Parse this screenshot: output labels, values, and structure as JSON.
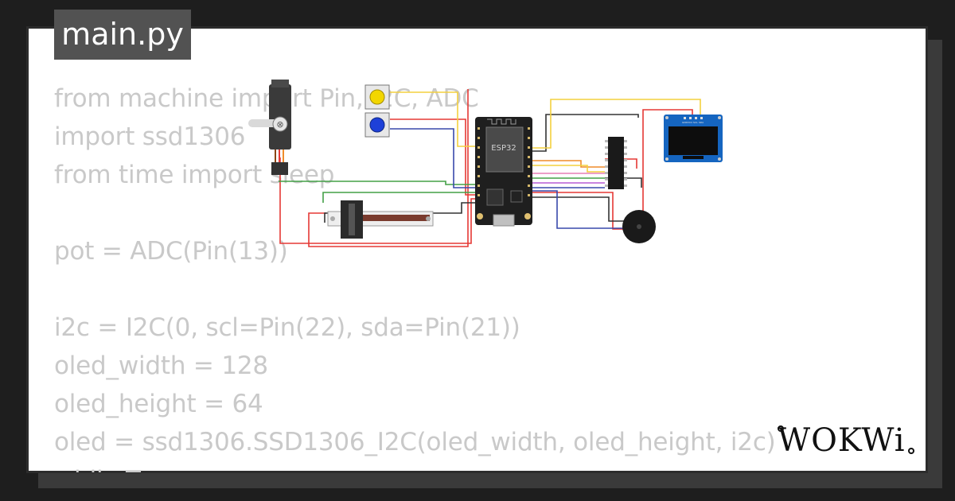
{
  "editor": {
    "file_name": "main.py",
    "code_lines": [
      "from machine import Pin, I2C, ADC",
      "import ssd1306",
      "from time import sleep",
      "",
      "pot = ADC(Pin(13))",
      "",
      "i2c = I2C(0, scl=Pin(22), sda=Pin(21))",
      "oled_width = 128",
      "oled_height = 64",
      "oled = ssd1306.SSD1306_I2C(oled_width, oled_height, i2c)",
      "while True:"
    ]
  },
  "diagram": {
    "mcu_label": "ESP32",
    "oled_pin_labels": [
      "GND",
      "VCC",
      "SCL",
      "SDA"
    ]
  },
  "brand": {
    "logo_text": "WOKWi"
  },
  "colors": {
    "code_text": "#c9c9c9",
    "wire_red": "#e53935",
    "wire_black": "#333333",
    "wire_green": "#43a047",
    "wire_blue": "#3949ab",
    "wire_yellow": "#f4d03f",
    "wire_orange": "#ef8c2a",
    "wire_purple": "#b55bd6",
    "button_yellow": "#f2d600",
    "button_blue": "#1e40d8",
    "oled_board": "#1565c0"
  }
}
